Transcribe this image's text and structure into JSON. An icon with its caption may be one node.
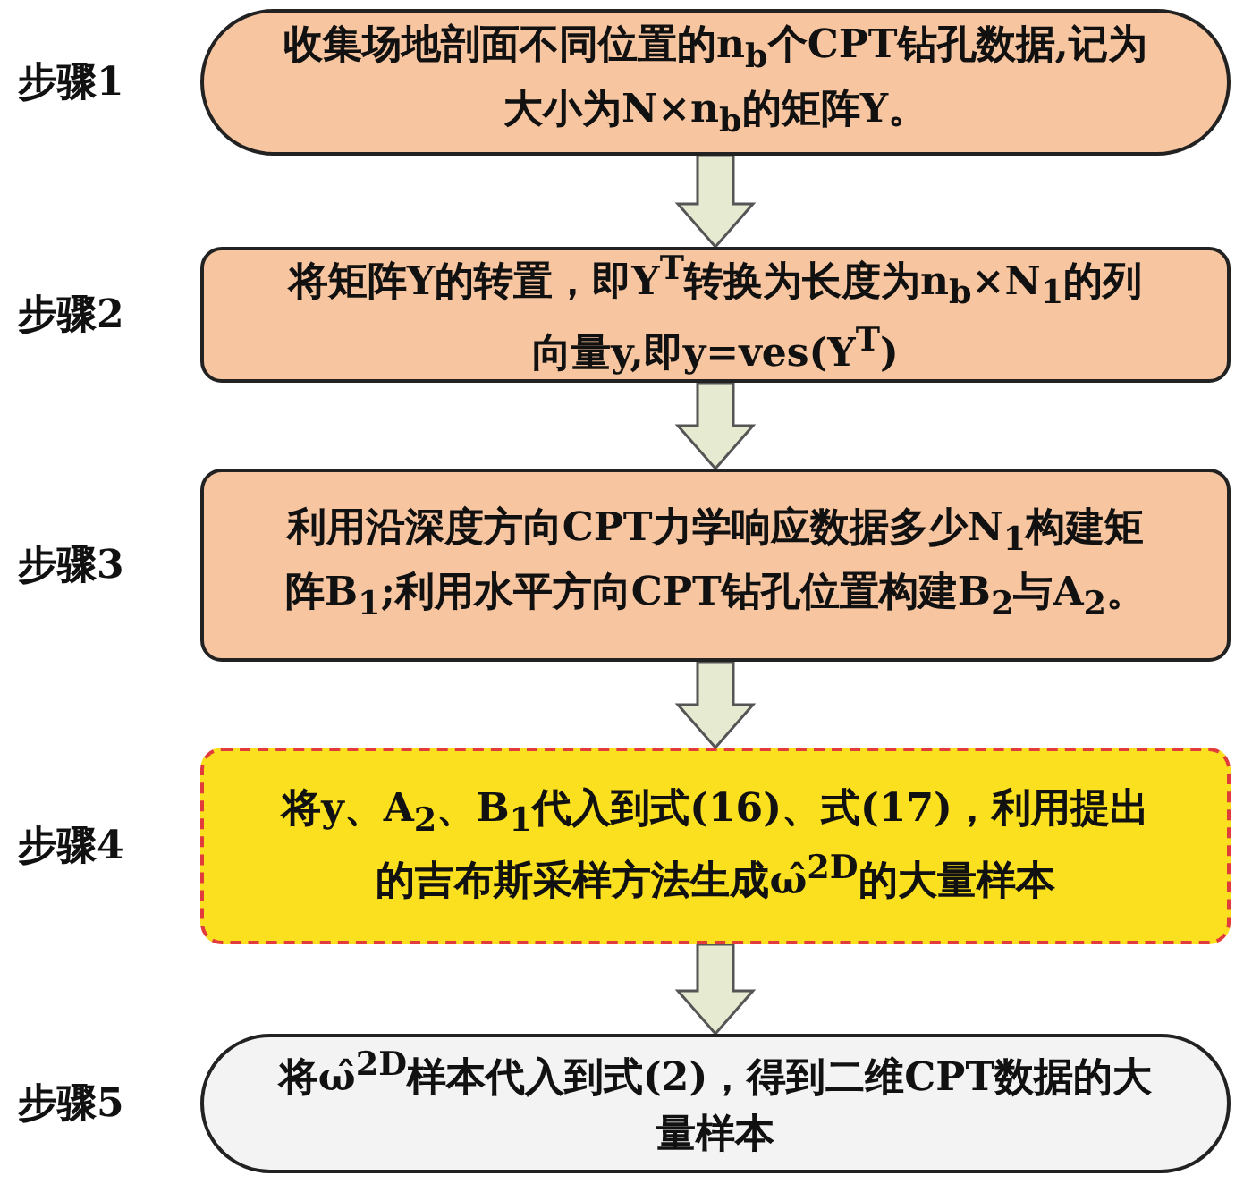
{
  "diagram": {
    "nodes": [
      {
        "text": [
          "收集场地剖面不同位置的n$_{b}$个CPT钻孔数据,记为大小为N×n$_{b}$的矩阵Y。"
        ],
        "beside": [
          "步骤1"
        ]
      },
      {
        "text": [
          "将矩阵Y的转置，即Y$^{T}$转换为长度为n$_{b}$×N$_{1}$的列向量y,即y=ves(Y$^{T}$)"
        ],
        "beside": [
          "步骤2"
        ]
      },
      {
        "text": [
          "利用沿深度方向CPT力学响应数据多少N$_{1}$构建矩阵B$_{1}$;利用水平方向CPT钻孔位置构建B$_{2}$与A$_{2}$。"
        ],
        "beside": [
          "步骤3"
        ]
      },
      {
        "text": [
          "将y、A$_{2}$、B$_{1}$代入到式(16)、式(17)，利用提出的吉布斯采样方法生成ω̂$^{2D}$的大量样本"
        ],
        "beside": [
          "步骤4"
        ]
      },
      {
        "text": [
          "将ω̂$^{2D}$样本代入到式(2)，得到二维CPT数据的大量样本"
        ],
        "beside": [
          "步骤5"
        ]
      }
    ],
    "edges": [
      {
        "from": 0,
        "to": 1,
        "arrow": "to"
      },
      {
        "from": 1,
        "to": 2,
        "arrow": "to"
      },
      {
        "from": 2,
        "to": 3,
        "arrow": "to"
      },
      {
        "from": 3,
        "to": 4,
        "arrow": "to"
      }
    ]
  }
}
